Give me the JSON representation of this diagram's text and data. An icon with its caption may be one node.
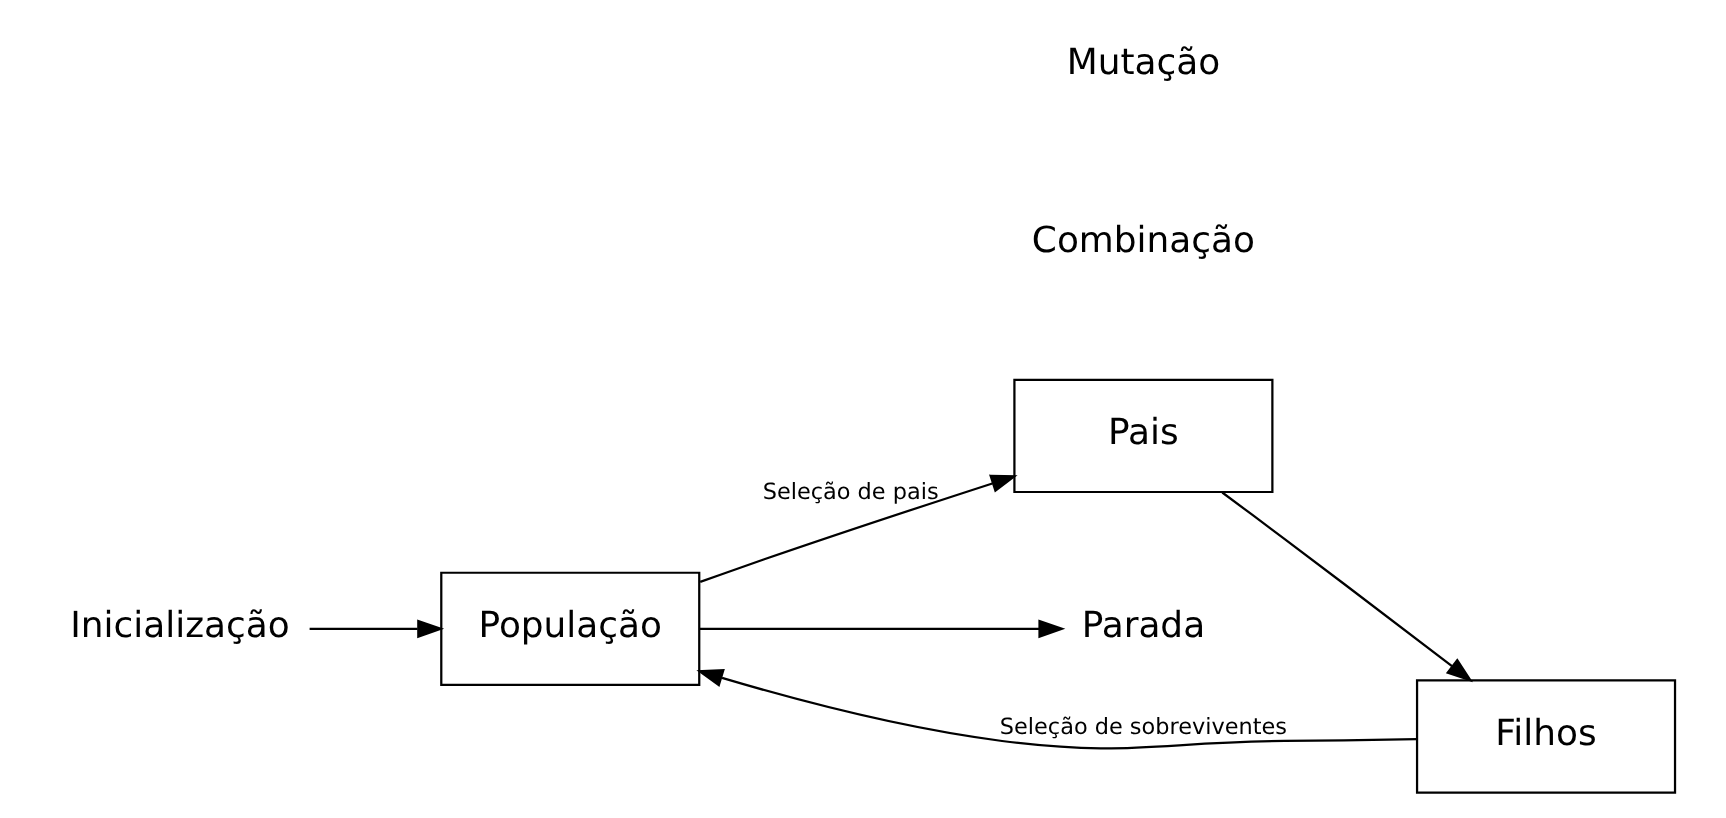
{
  "diagram": {
    "nodes": [
      {
        "text": [
          "Inicialização"
        ]
      },
      {
        "text": [
          "População"
        ]
      },
      {
        "text": [
          "Pais"
        ]
      },
      {
        "text": [
          "Filhos"
        ]
      },
      {
        "text": [
          "Parada"
        ]
      }
    ],
    "edges": [
      {
        "from": 0,
        "to": 1,
        "arrow": "to"
      },
      {
        "from": 1,
        "to": 2,
        "arrow": "to",
        "label": "Seleção de pais"
      },
      {
        "from": 2,
        "to": 3,
        "arrow": "to"
      },
      {
        "from": 3,
        "to": 1,
        "arrow": "to",
        "label": "Seleção de sobreviventes"
      },
      {
        "from": 1,
        "to": 4,
        "arrow": "to"
      }
    ],
    "labels": [
      "Combinação",
      "Mutação"
    ]
  }
}
